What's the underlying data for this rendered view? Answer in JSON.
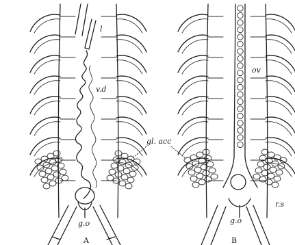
{
  "figure": {
    "panels": [
      {
        "id": "A",
        "caption": "A",
        "labels": {
          "l": "l",
          "vd": "v.d",
          "go": "g.o"
        }
      },
      {
        "id": "B",
        "caption": "B",
        "labels": {
          "ov": "ov",
          "go": "g.o",
          "rs": "r.s"
        }
      }
    ],
    "shared_label": "gl. acc"
  }
}
